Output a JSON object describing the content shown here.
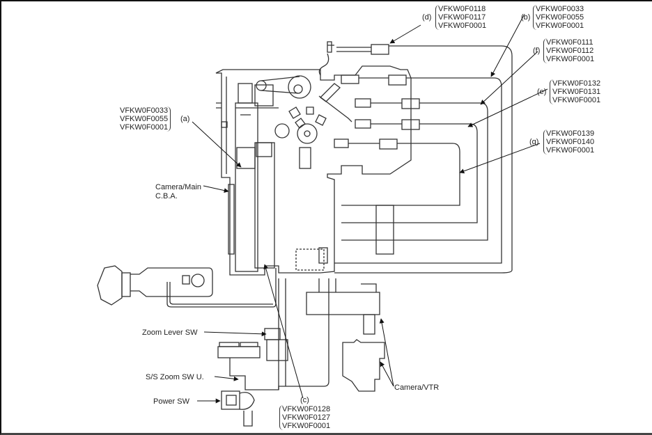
{
  "callouts": {
    "a": {
      "tag": "(a)",
      "codes": [
        "VFKW0F0033",
        "VFKW0F0055",
        "VFKW0F0001"
      ]
    },
    "b": {
      "tag": "(b)",
      "codes": [
        "VFKW0F0033",
        "VFKW0F0055",
        "VFKW0F0001"
      ]
    },
    "c": {
      "tag": "(c)",
      "codes": [
        "VFKW0F0128",
        "VFKW0F0127",
        "VFKW0F0001"
      ]
    },
    "d": {
      "tag": "(d)",
      "codes": [
        "VFKW0F0118",
        "VFKW0F0117",
        "VFKW0F0001"
      ]
    },
    "e": {
      "tag": "(e)",
      "codes": [
        "VFKW0F0132",
        "VFKW0F0131",
        "VFKW0F0001"
      ]
    },
    "f": {
      "tag": "(f)",
      "codes": [
        "VFKW0F0111",
        "VFKW0F0112",
        "VFKW0F0001"
      ]
    },
    "g": {
      "tag": "(g)",
      "codes": [
        "VFKW0F0139",
        "VFKW0F0140",
        "VFKW0F0001"
      ]
    }
  },
  "labels": {
    "camera_main_line1": "Camera/Main",
    "camera_main_line2": "C.B.A.",
    "zoom_lever_sw": "Zoom Lever SW",
    "ss_zoom_sw": "S/S Zoom SW U.",
    "power_sw": "Power SW",
    "camera_vtr": "Camera/VTR"
  }
}
